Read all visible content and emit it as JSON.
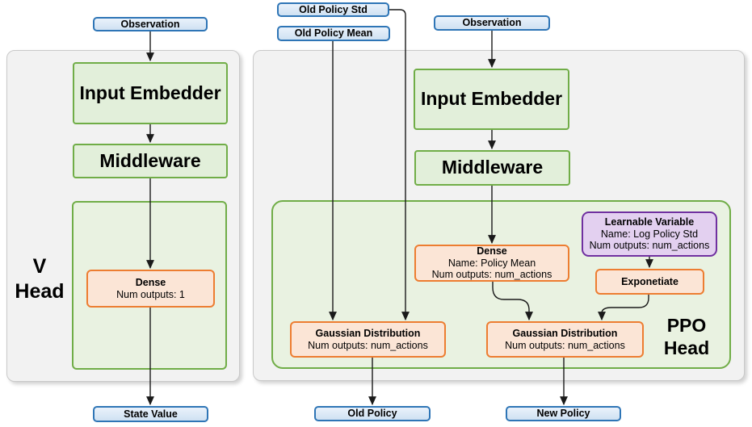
{
  "colors": {
    "blue_border": "#2E75B6",
    "green_border": "#70AD47",
    "green_fill": "#E2EFDA",
    "container_fill": "#E9F2E1",
    "orange_border": "#ED7D31",
    "orange_fill": "#FBE5D6",
    "purple_border": "#7030A0",
    "purple_fill": "#E3D0F0",
    "panel_fill": "#F2F2F2",
    "panel_border": "#C9C9C9",
    "line_color": "#1a1a1a"
  },
  "v_head": {
    "label_line1": "V",
    "label_line2": "Head",
    "observation": "Observation",
    "input_embedder": "Input Embedder",
    "middleware": "Middleware",
    "dense": {
      "title": "Dense",
      "line2": "Num outputs: 1"
    },
    "state_value": "State Value"
  },
  "ppo_head": {
    "label_line1": "PPO",
    "label_line2": "Head",
    "old_policy_std": "Old Policy Std",
    "old_policy_mean": "Old Policy Mean",
    "observation": "Observation",
    "input_embedder": "Input Embedder",
    "middleware": "Middleware",
    "dense": {
      "title": "Dense",
      "line2": "Name: Policy Mean",
      "line3": "Num outputs: num_actions"
    },
    "learnable_variable": {
      "title": "Learnable Variable",
      "line2": "Name: Log Policy Std",
      "line3": "Num outputs: num_actions"
    },
    "exponetiate": "Exponetiate",
    "gaussian_old": {
      "title": "Gaussian Distribution",
      "line2": "Num outputs: num_actions"
    },
    "gaussian_new": {
      "title": "Gaussian Distribution",
      "line2": "Num outputs: num_actions"
    },
    "old_policy": "Old Policy",
    "new_policy": "New Policy"
  }
}
